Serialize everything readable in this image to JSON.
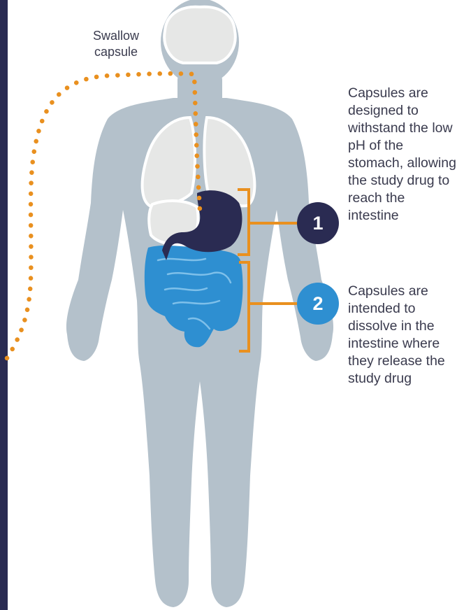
{
  "labels": {
    "swallow": "Swallow capsule"
  },
  "steps": [
    {
      "number": "1",
      "text": "Capsules are designed to withstand the low pH of the stomach, allowing the study drug to reach the intestine"
    },
    {
      "number": "2",
      "text": "Capsules are intended to dissolve in the intestine where they release the study drug"
    }
  ],
  "colors": {
    "sidebar": "#2a2b52",
    "body": "#b4c1cb",
    "organs": "#e6e7e6",
    "stomach": "#2a2b52",
    "intestine": "#2e8fd1",
    "path": "#e9901f",
    "bracket": "#e9901f",
    "badge_1": "#2a2b52",
    "badge_2": "#2e8fd1"
  }
}
